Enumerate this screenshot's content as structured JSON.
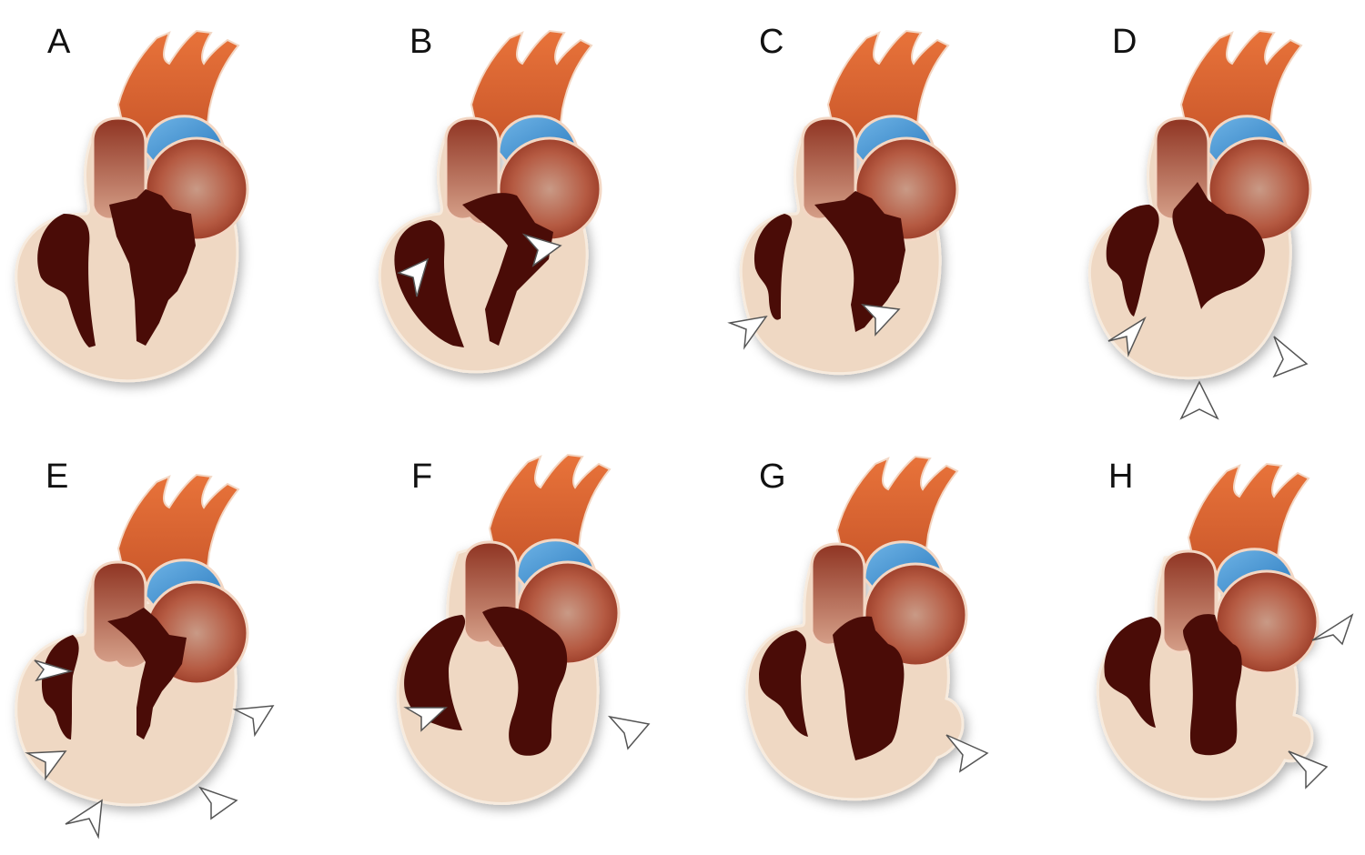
{
  "figure": {
    "colors": {
      "background": "#ffffff",
      "myocardium": "#efd8c3",
      "myocardium_edge": "#f7ebde",
      "cavity": "#4a0c07",
      "aorta": "#d9622e",
      "right_atrium": "#9c3e28",
      "left_atrium": "#b24a34",
      "pulmonary_valve": "#3f8fd1",
      "arrowhead_fill": "#ffffff",
      "arrowhead_stroke": "#555555"
    },
    "panels": [
      {
        "label": "A",
        "variant": "normal",
        "arrowheads": 0
      },
      {
        "label": "B",
        "variant": "muscular-bands",
        "arrowheads": 2
      },
      {
        "label": "C",
        "variant": "apical-thinning",
        "arrowheads": 2
      },
      {
        "label": "D",
        "variant": "apical-aneurysm",
        "arrowheads": 3
      },
      {
        "label": "E",
        "variant": "dilated-biventricular",
        "arrowheads": 5
      },
      {
        "label": "F",
        "variant": "dilated-left-ventricle",
        "arrowheads": 2
      },
      {
        "label": "G",
        "variant": "single-outpouching",
        "arrowheads": 1
      },
      {
        "label": "H",
        "variant": "double-outpouching",
        "arrowheads": 2
      }
    ]
  }
}
